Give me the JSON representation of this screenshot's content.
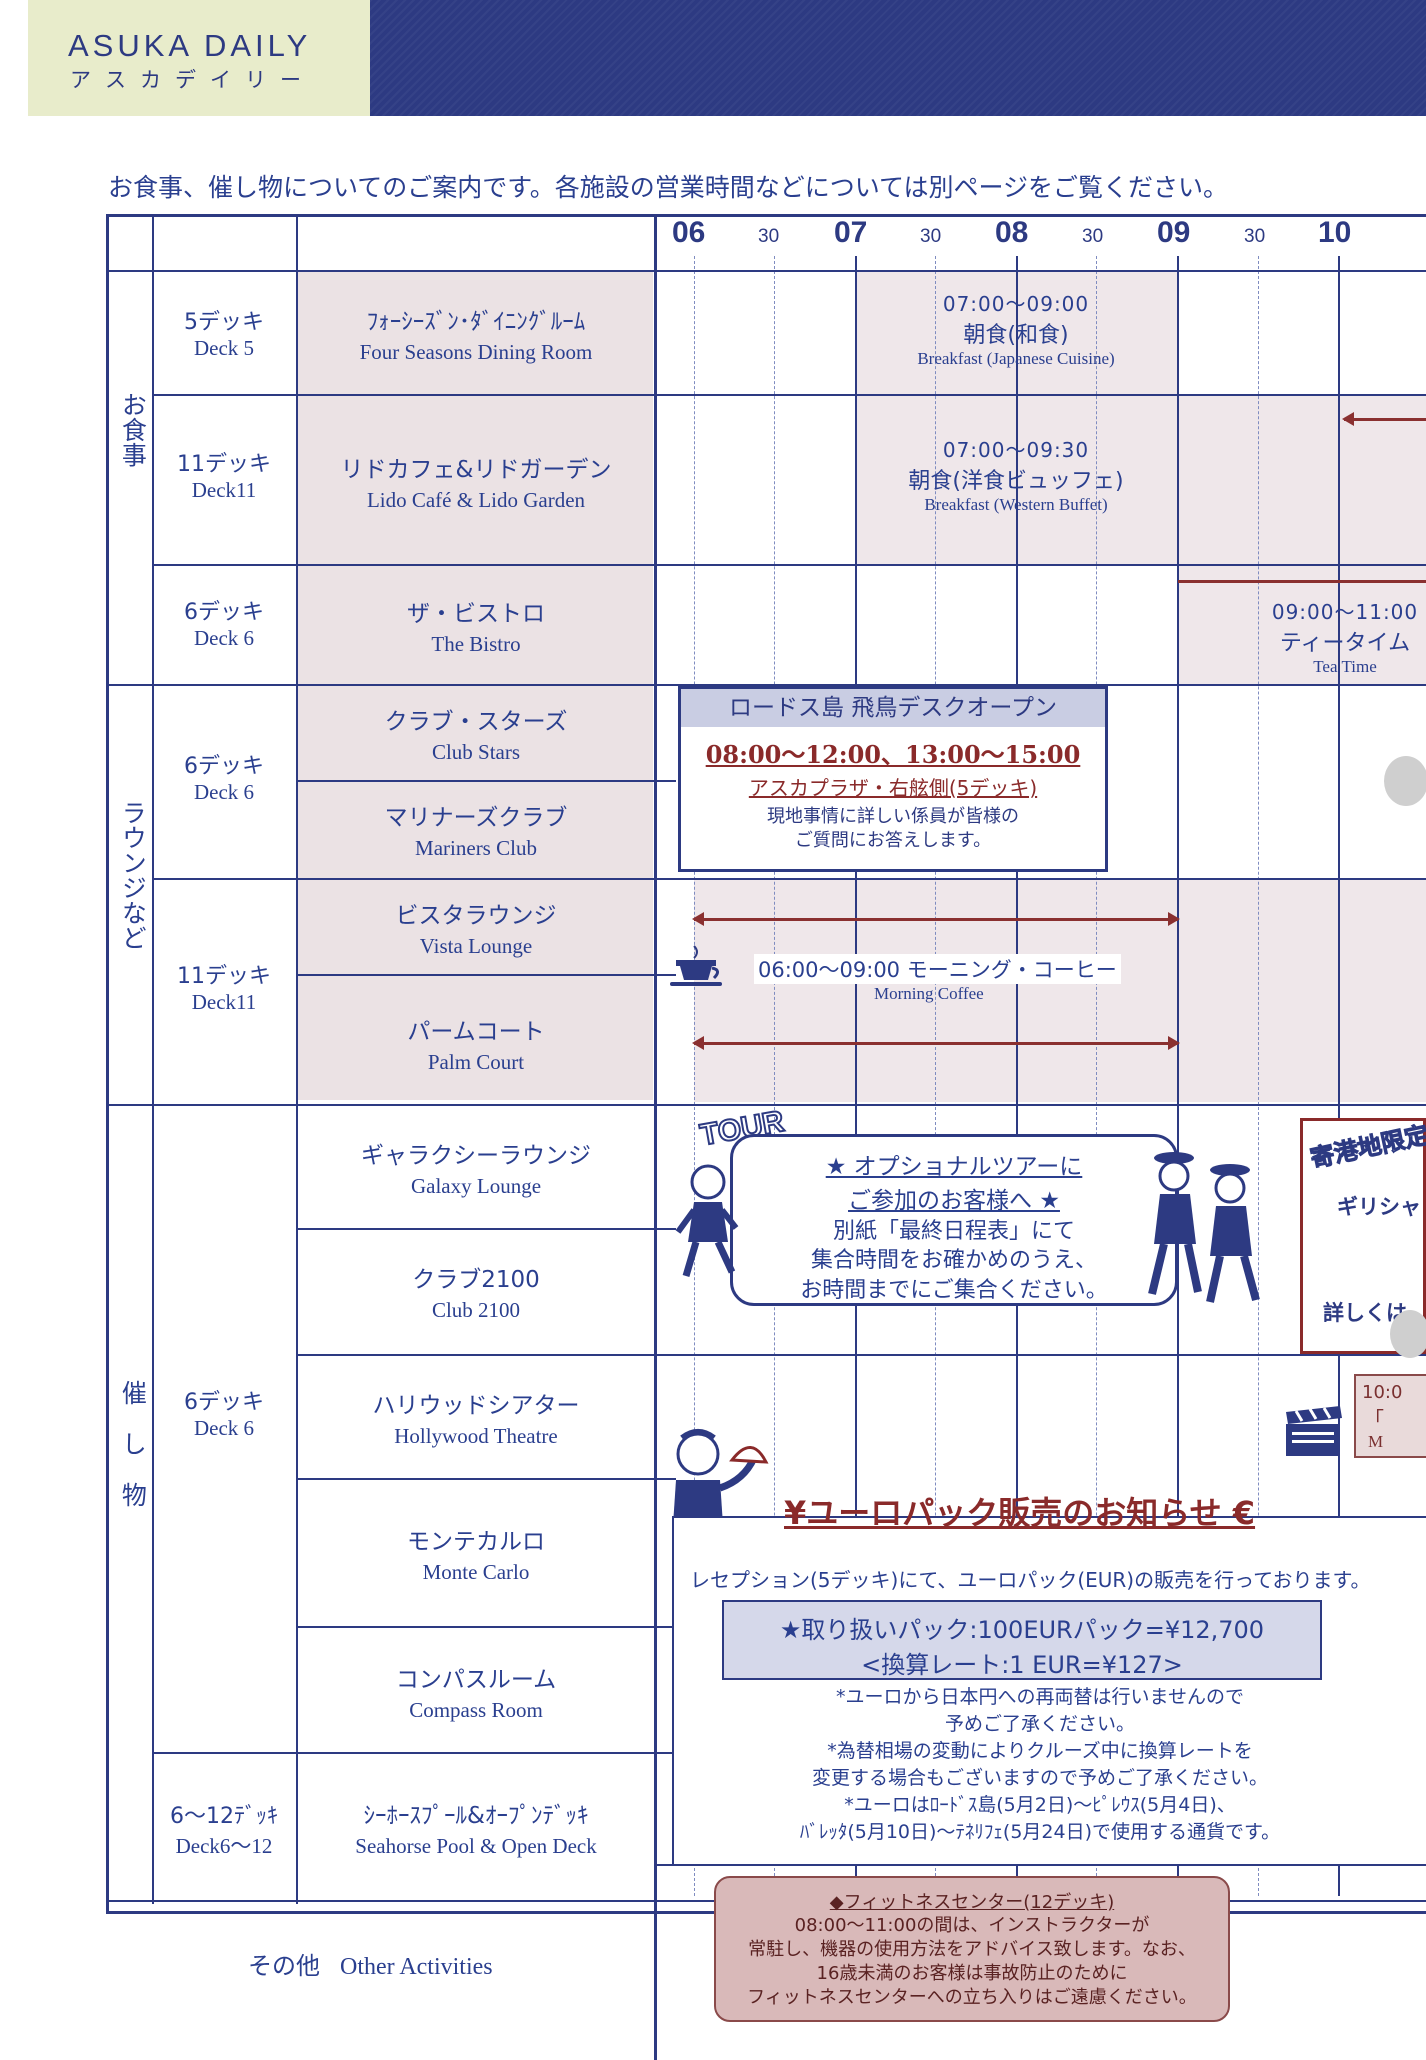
{
  "header": {
    "logo_en": "ASUKA DAILY",
    "logo_ja": "アスカデイリー"
  },
  "intro": "お食事、催し物についてのご案内です。各施設の営業時間などについては別ページをご覧ください。",
  "timeline": {
    "hours": [
      "06",
      "07",
      "08",
      "09",
      "10"
    ],
    "half": "30"
  },
  "categories": {
    "dining": "お食事",
    "lounges": "ラウンジなど",
    "events": "催し物"
  },
  "decks": {
    "d5": {
      "ja": "5デッキ",
      "en": "Deck 5"
    },
    "d11a": {
      "ja": "11デッキ",
      "en": "Deck11"
    },
    "d6a": {
      "ja": "6デッキ",
      "en": "Deck 6"
    },
    "d6b": {
      "ja": "6デッキ",
      "en": "Deck 6"
    },
    "d11b": {
      "ja": "11デッキ",
      "en": "Deck11"
    },
    "d6c": {
      "ja": "6デッキ",
      "en": "Deck 6"
    },
    "d612": {
      "ja": "6〜12ﾃﾞｯｷ",
      "en": "Deck6〜12"
    }
  },
  "venues": {
    "four_seasons": {
      "ja": "ﾌｫｰｼｰｽﾞﾝ･ﾀﾞｲﾆﾝｸﾞﾙｰﾑ",
      "en": "Four Seasons Dining Room"
    },
    "lido": {
      "ja": "リドカフェ&リドガーデン",
      "en": "Lido Café & Lido Garden"
    },
    "bistro": {
      "ja": "ザ・ビストロ",
      "en": "The Bistro"
    },
    "club_stars": {
      "ja": "クラブ・スターズ",
      "en": "Club Stars"
    },
    "mariners": {
      "ja": "マリナーズクラブ",
      "en": "Mariners Club"
    },
    "vista": {
      "ja": "ビスタラウンジ",
      "en": "Vista Lounge"
    },
    "palm": {
      "ja": "パームコート",
      "en": "Palm Court"
    },
    "galaxy": {
      "ja": "ギャラクシーラウンジ",
      "en": "Galaxy Lounge"
    },
    "club2100": {
      "ja": "クラブ2100",
      "en": "Club 2100"
    },
    "hollywood": {
      "ja": "ハリウッドシアター",
      "en": "Hollywood Theatre"
    },
    "monte": {
      "ja": "モンテカルロ",
      "en": "Monte Carlo"
    },
    "compass": {
      "ja": "コンパスルーム",
      "en": "Compass Room"
    },
    "seahorse": {
      "ja": "ｼｰﾎｰｽﾌﾟｰﾙ&ｵｰﾌﾟﾝﾃﾞｯｷ",
      "en": "Seahorse Pool & Open Deck"
    }
  },
  "events": {
    "breakfast_jp": {
      "time": "07:00〜09:00",
      "ja": "朝食(和食)",
      "en": "Breakfast (Japanese Cuisine)"
    },
    "breakfast_west": {
      "time": "07:00〜09:30",
      "ja": "朝食(洋食ビュッフェ)",
      "en": "Breakfast (Western Buffet)"
    },
    "tea": {
      "time": "09:00〜11:00",
      "ja": "ティータイム",
      "en": "Tea Time"
    },
    "coffee": {
      "line": "06:00〜09:00 モーニング・コーヒー",
      "en": "Morning Coffee"
    }
  },
  "rhodes": {
    "title": "ロードス島 飛鳥デスクオープン",
    "time": "08:00〜12:00、13:00〜15:00",
    "location": "アスカプラザ・右舷側(5デッキ)",
    "desc1": "現地事情に詳しい係員が皆様の",
    "desc2": "ご質問にお答えします。"
  },
  "tour": {
    "word": "TOUR",
    "l1": "★ オプショナルツアーに",
    "l2": "ご参加のお客様へ ★",
    "l3": "別紙「最終日程表」にて",
    "l4": "集合時間をお確かめのうえ、",
    "l5": "お時間までにご集合ください。"
  },
  "side_panel": {
    "t1": "寄港地限定",
    "t2": "ギリシャ",
    "t3": "詳しくは"
  },
  "hollywood_event": {
    "a": "10:0",
    "b": "「",
    "c": "M"
  },
  "euro": {
    "title": "¥ユーロパック販売のお知らせ €",
    "l1": "レセプション(5デッキ)にて、ユーロパック(EUR)の販売を行っております。",
    "pack": "★取り扱いパック:100EURパック=¥12,700",
    "rate": "<換算レート:1 EUR=¥127>",
    "n1": "*ユーロから日本円への再両替は行いませんので",
    "n2": "予めご了承ください。",
    "n3": "*為替相場の変動によりクルーズ中に換算レートを",
    "n4": "変更する場合もございますので予めご了承ください。",
    "n5": "*ユーロはﾛｰﾄﾞｽ島(5月2日)〜ﾋﾟﾚｳｽ(5月4日)、",
    "n6": "ﾊﾞﾚｯﾀ(5月10日)〜ﾃﾈﾘﾌｪ(5月24日)で使用する通貨です。"
  },
  "fitness": {
    "title": "◆フィットネスセンター(12デッキ)",
    "b1": "08:00〜11:00の間は、インストラクターが",
    "b2": "常駐し、機器の使用方法をアドバイス致します。なお、",
    "b3": "16歳未満のお客様は事故防止のために",
    "b4": "フィットネスセンターへの立ち入りはご遠慮ください。"
  },
  "other": {
    "ja": "その他",
    "en": "Other Activities"
  },
  "colors": {
    "navy": "#2d3a82",
    "maroon": "#8a2a2a",
    "cream": "#e8eccb",
    "shade": "#ebe2e4"
  }
}
